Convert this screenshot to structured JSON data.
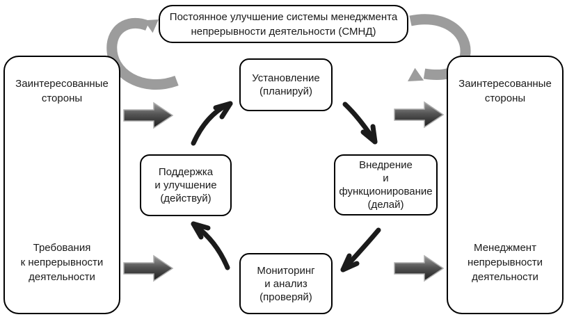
{
  "banner": {
    "text": "Постоянное улучшение системы менеджмента\nнепрерывности деятельности (СМНД)"
  },
  "left_panel": {
    "top": "Заинтересованные\nстороны",
    "bottom": "Требования\nк непрерывности\nдеятельности"
  },
  "right_panel": {
    "top": "Заинтересованные\nстороны",
    "bottom": "Менеджмент\nнепрерывности\nдеятельности"
  },
  "cycle": {
    "plan": "Установление\n(планируй)",
    "do": "Внедрение\nи\nфункционирование\n(делай)",
    "check": "Мониторинг\nи анализ\n(проверяй)",
    "act": "Поддержка\nи улучшение\n(действуй)"
  },
  "colors": {
    "box_border": "#000000",
    "box_fill": "#ffffff",
    "text": "#1a1a1a",
    "cycle_arrow": "#1b1b1b",
    "loop_arrow": "#9c9c9c",
    "block_arrow_top": "#9d9d9d",
    "block_arrow_mid": "#555555",
    "block_arrow_bottom": "#1c1c1c",
    "block_arrow_edge": "#adadad"
  }
}
